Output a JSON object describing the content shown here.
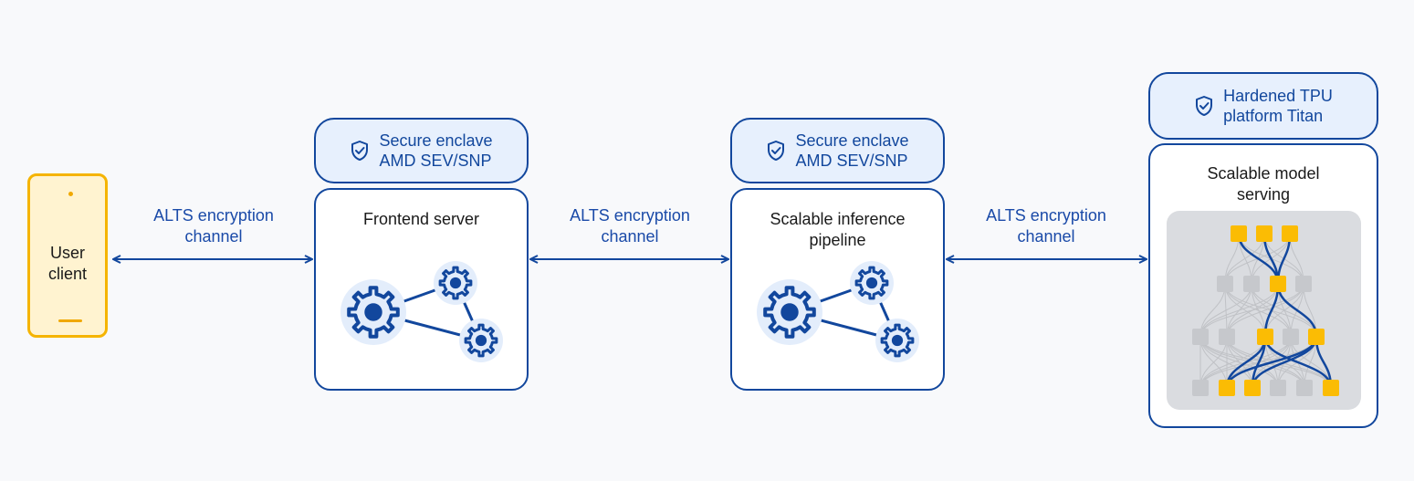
{
  "client": {
    "label": "User\nclient"
  },
  "channels": [
    {
      "label": "ALTS encryption\nchannel"
    },
    {
      "label": "ALTS encryption\nchannel"
    },
    {
      "label": "ALTS encryption\nchannel"
    }
  ],
  "nodes": [
    {
      "header": "Secure enclave\nAMD SEV/SNP",
      "title": "Frontend server"
    },
    {
      "header": "Secure enclave\nAMD SEV/SNP",
      "title": "Scalable inference\npipeline"
    },
    {
      "header": "Hardened TPU\nplatform Titan",
      "title": "Scalable model\nserving"
    }
  ],
  "colors": {
    "primary": "#12479d",
    "client": "#f5b400",
    "header_fill": "#e7f0fd",
    "gear_bg": "#e3edfb",
    "active_node": "#fbbc04",
    "inactive_node": "#c6c8cc"
  }
}
